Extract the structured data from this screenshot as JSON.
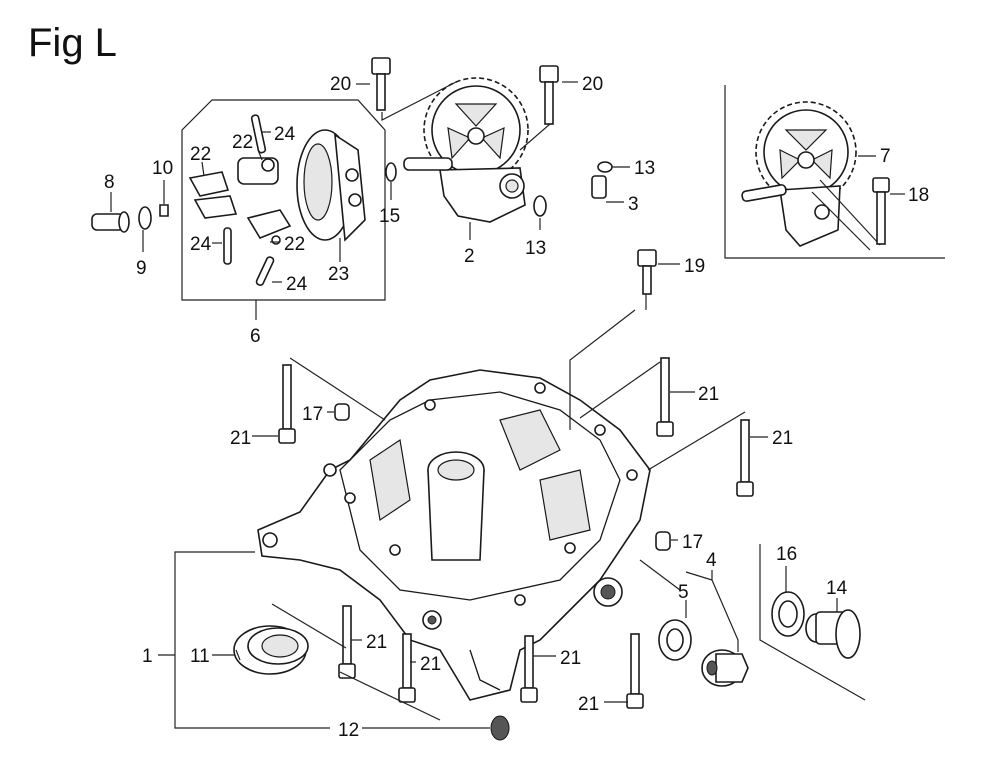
{
  "figure": {
    "title": "Fig L",
    "callouts": [
      {
        "id": "c1",
        "text": "1"
      },
      {
        "id": "c2",
        "text": "2"
      },
      {
        "id": "c3",
        "text": "3"
      },
      {
        "id": "c4",
        "text": "4"
      },
      {
        "id": "c5",
        "text": "5"
      },
      {
        "id": "c6",
        "text": "6"
      },
      {
        "id": "c7",
        "text": "7"
      },
      {
        "id": "c8",
        "text": "8"
      },
      {
        "id": "c9",
        "text": "9"
      },
      {
        "id": "c10",
        "text": "10"
      },
      {
        "id": "c11",
        "text": "11"
      },
      {
        "id": "c12",
        "text": "12"
      },
      {
        "id": "c13a",
        "text": "13"
      },
      {
        "id": "c13b",
        "text": "13"
      },
      {
        "id": "c14",
        "text": "14"
      },
      {
        "id": "c15",
        "text": "15"
      },
      {
        "id": "c16",
        "text": "16"
      },
      {
        "id": "c17a",
        "text": "17"
      },
      {
        "id": "c17b",
        "text": "17"
      },
      {
        "id": "c18",
        "text": "18"
      },
      {
        "id": "c19",
        "text": "19"
      },
      {
        "id": "c20a",
        "text": "20"
      },
      {
        "id": "c20b",
        "text": "20"
      },
      {
        "id": "c21a",
        "text": "21"
      },
      {
        "id": "c21b",
        "text": "21"
      },
      {
        "id": "c21c",
        "text": "21"
      },
      {
        "id": "c21d",
        "text": "21"
      },
      {
        "id": "c21e",
        "text": "21"
      },
      {
        "id": "c21f",
        "text": "21"
      },
      {
        "id": "c21g",
        "text": "21"
      },
      {
        "id": "c22a",
        "text": "22"
      },
      {
        "id": "c22b",
        "text": "22"
      },
      {
        "id": "c22c",
        "text": "22"
      },
      {
        "id": "c23",
        "text": "23"
      },
      {
        "id": "c24a",
        "text": "24"
      },
      {
        "id": "c24b",
        "text": "24"
      },
      {
        "id": "c24c",
        "text": "24"
      }
    ]
  }
}
